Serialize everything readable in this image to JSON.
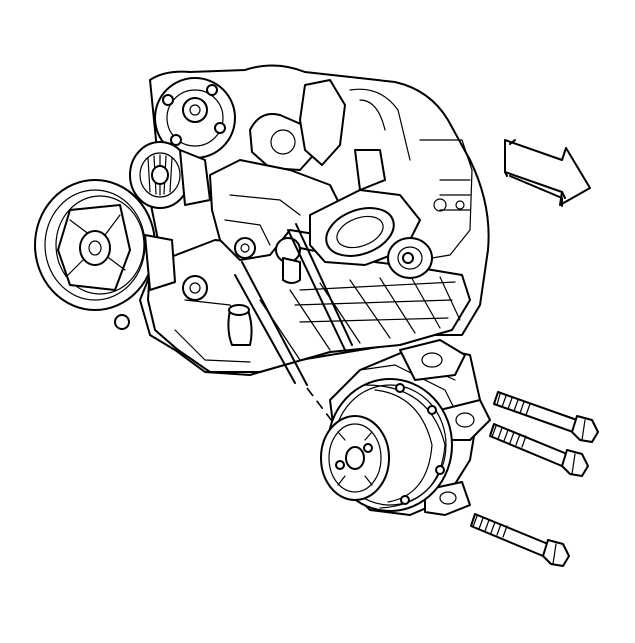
{
  "diagram": {
    "type": "exploded-assembly-illustration",
    "stroke_color": "#000000",
    "background": "#ffffff",
    "icons": [
      "direction-arrow-icon"
    ],
    "parts": [
      {
        "name": "engine-block"
      },
      {
        "name": "crankshaft-balancer-pulley"
      },
      {
        "name": "idler-pulley"
      },
      {
        "name": "water-pump-pulley"
      },
      {
        "name": "ac-compressor"
      },
      {
        "name": "compressor-bolt",
        "count": 3
      }
    ]
  }
}
